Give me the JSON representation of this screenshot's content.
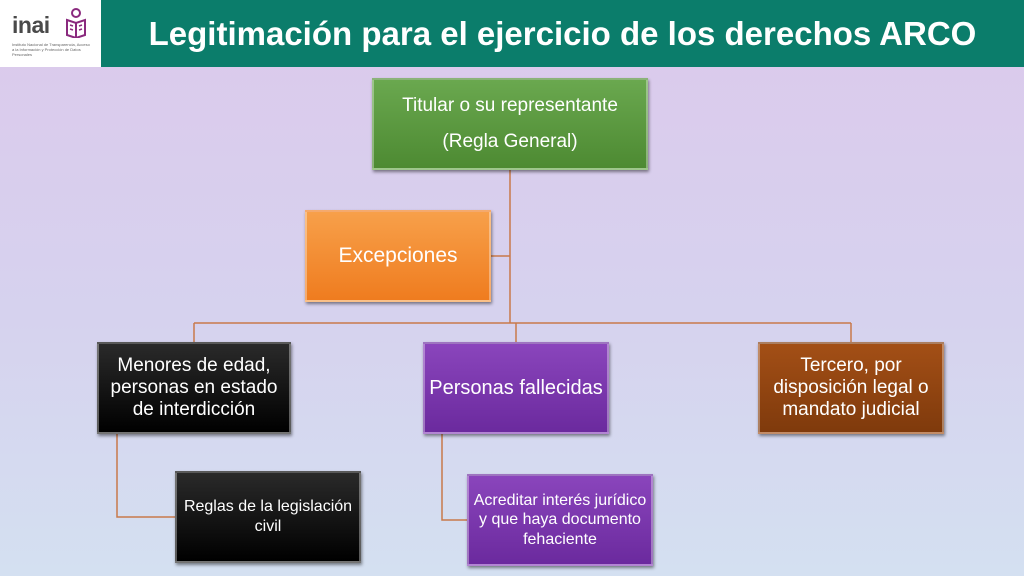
{
  "header": {
    "logo_text": "inai",
    "logo_subtitle": "Instituto Nacional de Transparencia, Acceso a la Información y Protección de Datos Personales",
    "title": "Legitimación para el ejercicio de los derechos ARCO"
  },
  "diagram": {
    "root": {
      "line1": "Titular o su representante",
      "line2": "(Regla General)"
    },
    "exceptions": "Excepciones",
    "minors": "Menores de edad, personas en estado de interdicción",
    "deceased": "Personas fallecidas",
    "third_party": "Tercero, por disposición legal o mandato judicial",
    "civil_rules": "Reglas de la legislación civil",
    "legal_interest": "Acreditar interés jurídico y que haya documento fehaciente"
  },
  "colors": {
    "header_bg": "#0b7d6b",
    "connector": "#c8794a",
    "root": "#5a9a3e",
    "exceptions": "#f28a2e",
    "minors": "#000000",
    "deceased": "#7a35ad",
    "third_party": "#8f4410"
  }
}
